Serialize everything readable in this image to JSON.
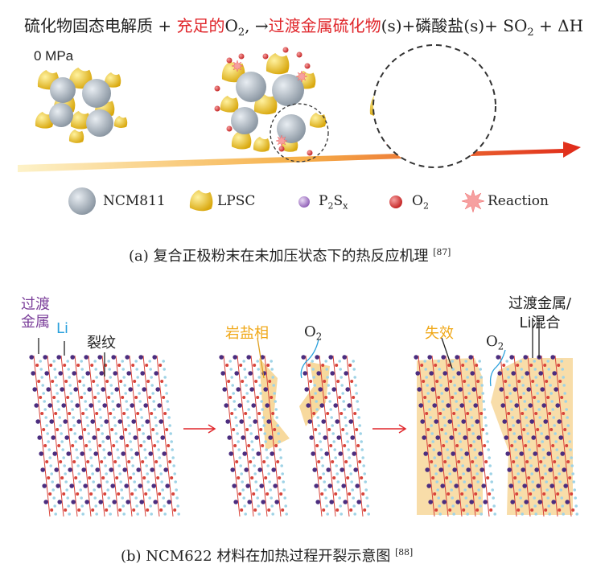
{
  "equation": {
    "part1": "硫化物固态电解质 + ",
    "part2_red": "充足的",
    "part3": "O",
    "part3_sub": "2",
    "part4": ", →",
    "part5_red": "过渡金属硫化物",
    "part6": "(s)+磷酸盐(s)+ SO",
    "part6_sub": "2",
    "part7": " + ΔH"
  },
  "panel_a": {
    "pressure_label": "0 MPa",
    "legend": [
      {
        "label": "NCM811"
      },
      {
        "label": "LPSC"
      },
      {
        "label": "P",
        "sub1": "2",
        "mid": "S",
        "sub2": "x"
      },
      {
        "label": "O",
        "sub1": "2"
      },
      {
        "label": "Reaction"
      }
    ],
    "caption": "(a)  复合正极粉末在未加压状态下的热反应机理",
    "caption_ref": "[87]"
  },
  "panel_b": {
    "label_tm_line1": "过渡",
    "label_tm_line2": "金属",
    "label_li": "Li",
    "label_crack": "裂纹",
    "label_rocksalt": "岩盐相",
    "label_o2_a": "O",
    "label_o2_sub": "2",
    "label_fail": "失效",
    "label_mix_line1": "过渡金属/",
    "label_mix_line2": "Li混合",
    "caption": "(b)  NCM622 材料在加热过程开裂示意图",
    "caption_ref": "[88]"
  },
  "colors": {
    "ncm": "#a9b3bd",
    "lpsc": "#f2cc2a",
    "o2": "#d83a3a",
    "p2sx": "#a97bc9",
    "tm": "#4b2d7f",
    "li": "#9fd3e6",
    "rocksalt": "#f7d9a0",
    "accent": "#e0262b"
  }
}
